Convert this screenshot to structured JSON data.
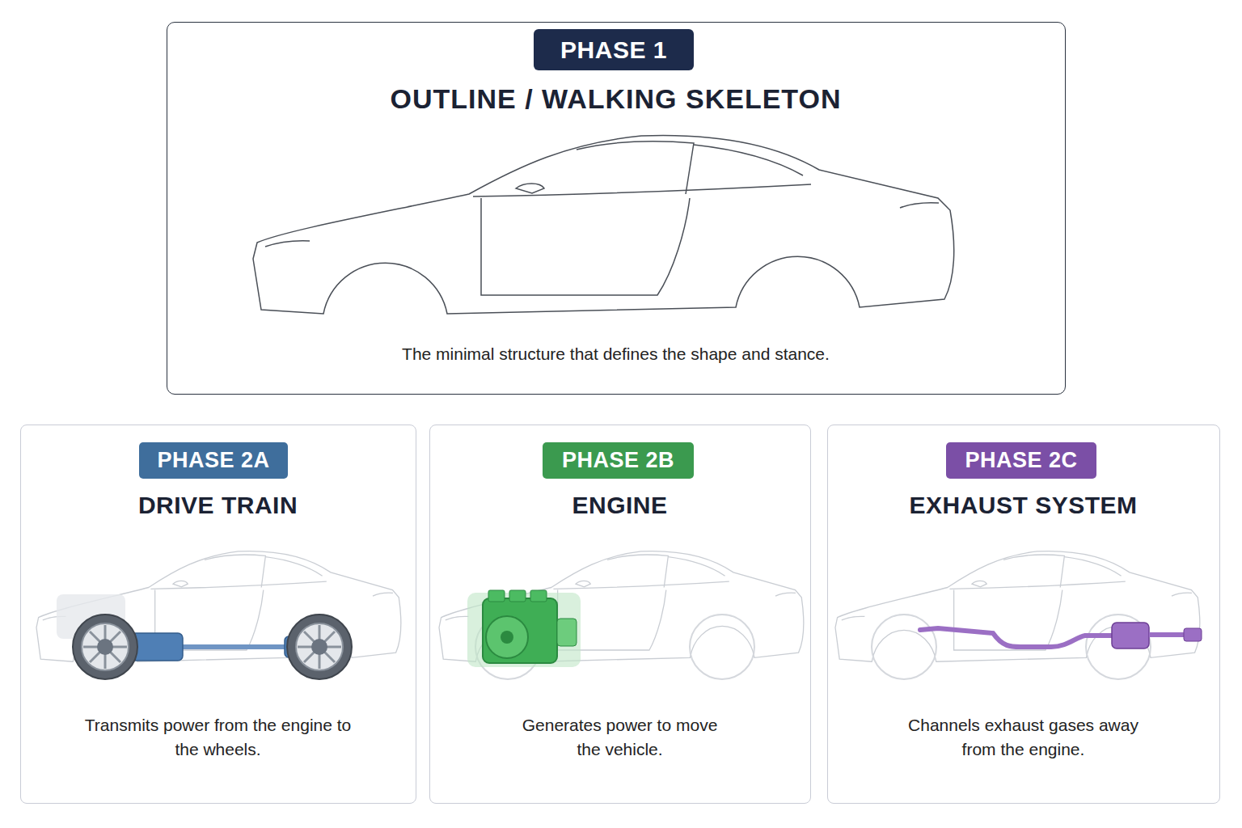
{
  "diagram": {
    "nodes": [
      {
        "text": [
          "OUTLINE / WALKING SKELETON",
          "The minimal structure that defines the shape and stance."
        ]
      },
      {
        "text": [
          "PHASE 1"
        ],
        "in": 0
      },
      {
        "text": [
          "DRIVE TRAIN",
          "Transmits power from the engine to the wheels."
        ]
      },
      {
        "text": [
          "PHASE 2A"
        ],
        "in": 2
      },
      {
        "text": [
          "ENGINE",
          "Generates power to move the vehicle."
        ]
      },
      {
        "text": [
          "PHASE 2B"
        ],
        "in": 4
      },
      {
        "text": [
          "EXHAUST SYSTEM",
          "Channels exhaust gases away from the engine."
        ]
      },
      {
        "text": [
          "PHASE 2C"
        ],
        "in": 6
      }
    ]
  }
}
